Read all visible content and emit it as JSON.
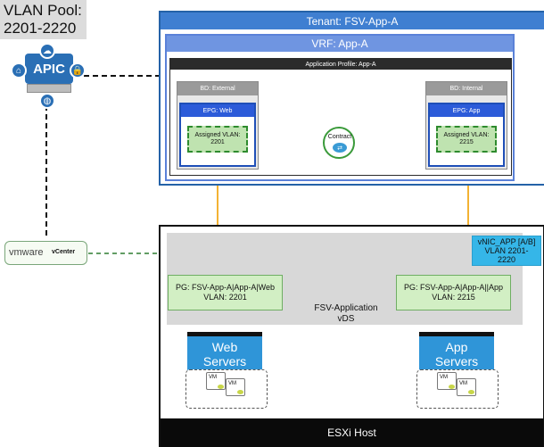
{
  "vlan_pool": {
    "title": "VLAN Pool:",
    "range": "2201-2220"
  },
  "apic": {
    "label": "APIC"
  },
  "tenant": {
    "title": "Tenant: FSV-App-A"
  },
  "vrf": {
    "title": "VRF: App-A"
  },
  "app_profile": {
    "title": "Application Profile: App-A"
  },
  "bd_external": {
    "title": "BD: External"
  },
  "bd_internal": {
    "title": "BD: Internal"
  },
  "epg_web": {
    "title": "EPG: Web",
    "assigned": "Assigned VLAN:",
    "vlan": "2201"
  },
  "epg_app": {
    "title": "EPG: App",
    "assigned": "Assigned VLAN:",
    "vlan": "2215"
  },
  "contract": {
    "label": "Contract"
  },
  "vcenter": {
    "logo": "vmware",
    "label": "vCenter"
  },
  "vds": {
    "line1": "FSV-Application",
    "line2": "vDS"
  },
  "vnic": {
    "line1": "vNIC_APP [A/B]",
    "line2": "VLAN 2201-",
    "line3": "2220"
  },
  "pg_web": {
    "line1": "PG: FSV-App-A|App-A|Web",
    "line2": "VLAN: 2201"
  },
  "pg_app": {
    "line1": "PG: FSV-App-A|App-A||App",
    "line2": "VLAN: 2215"
  },
  "web_servers": {
    "line1": "Web",
    "line2": "Servers",
    "vm1": "VM",
    "vm2": "VM"
  },
  "app_servers": {
    "line1": "App",
    "line2": "Servers",
    "vm1": "VM",
    "vm2": "VM"
  },
  "esxi": {
    "label": "ESXi Host"
  },
  "colors": {
    "blue": "#2462a8",
    "green": "#3a9a3a",
    "orange": "#f3b233",
    "cyan": "#35b6e8"
  }
}
